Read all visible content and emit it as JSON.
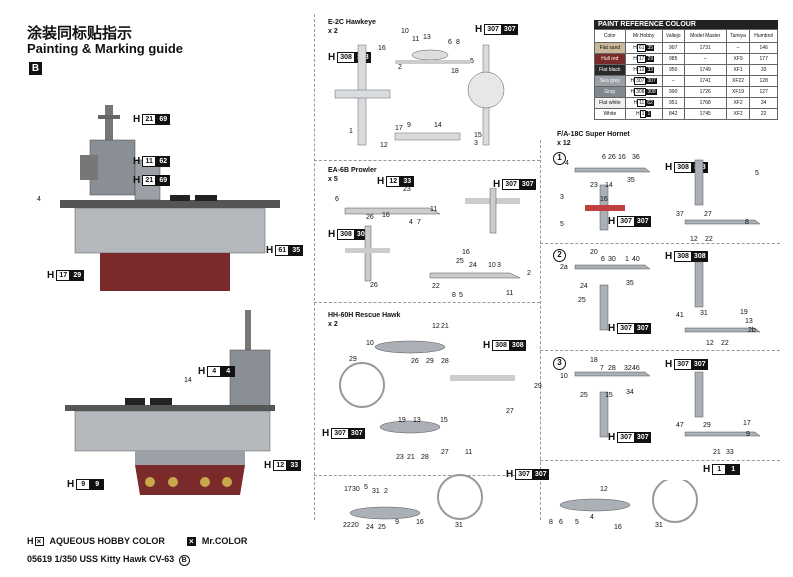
{
  "header": {
    "title_cn": "涂装同标贴指示",
    "title_en": "Painting & Marking guide",
    "badge": "B"
  },
  "ship_top": {
    "labels": [
      {
        "h": "H",
        "w": "21",
        "b": "69"
      },
      {
        "h": "H",
        "w": "11",
        "b": "62"
      },
      {
        "h": "H",
        "w": "21",
        "b": "69"
      },
      {
        "h": "H",
        "w": "61",
        "b": "35"
      },
      {
        "h": "H",
        "w": "17",
        "b": "29"
      }
    ],
    "callout": "4"
  },
  "ship_bottom": {
    "labels": [
      {
        "h": "H",
        "w": "4",
        "b": "4"
      },
      {
        "h": "H",
        "w": "12",
        "b": "33"
      },
      {
        "h": "H",
        "w": "9",
        "b": "9"
      }
    ],
    "callout": "14"
  },
  "e2c": {
    "title": "E-2C Hawkeye",
    "count": "x 2",
    "label": {
      "h": "H",
      "w": "308",
      "b": "308"
    },
    "label2": {
      "h": "H",
      "w": "307",
      "b": "307"
    },
    "callouts": [
      "10",
      "11",
      "13",
      "6",
      "8",
      "16",
      "2",
      "5",
      "18",
      "1",
      "17",
      "9",
      "14",
      "15",
      "12",
      "3"
    ]
  },
  "ea6b": {
    "title": "EA-6B Prowler",
    "count": "x 5",
    "label": {
      "h": "H",
      "w": "12",
      "b": "33"
    },
    "label2": {
      "h": "H",
      "w": "307",
      "b": "307"
    },
    "label3": {
      "h": "H",
      "w": "308",
      "b": "308"
    },
    "callouts": [
      "23",
      "6",
      "11",
      "26",
      "16",
      "4",
      "7",
      "16",
      "26",
      "25",
      "24",
      "10",
      "3",
      "2",
      "8",
      "5",
      "22",
      "11"
    ]
  },
  "hh60": {
    "title": "HH-60H Rescue Hawk",
    "count": "x 2",
    "label": {
      "h": "H",
      "w": "308",
      "b": "308"
    },
    "label2": {
      "h": "H",
      "w": "307",
      "b": "307"
    },
    "label3": {
      "h": "H",
      "w": "307",
      "b": "307"
    },
    "callouts": [
      "12",
      "21",
      "10",
      "29",
      "26",
      "29",
      "28",
      "29",
      "27",
      "19",
      "13",
      "15",
      "23",
      "21",
      "28",
      "27",
      "11",
      "17",
      "30",
      "5",
      "31",
      "2",
      "22",
      "20",
      "24",
      "25",
      "9",
      "16",
      "31",
      "8",
      "6",
      "5",
      "4",
      "12",
      "16",
      "31"
    ]
  },
  "fa18": {
    "title": "F/A-18C Super Hornet",
    "count": "x 12",
    "scheme1": {
      "num": "1",
      "label": {
        "h": "H",
        "w": "308",
        "b": "308"
      },
      "label2": {
        "h": "H",
        "w": "307",
        "b": "307"
      },
      "callouts": [
        "6",
        "26",
        "16",
        "36",
        "4",
        "23",
        "14",
        "35",
        "3",
        "16",
        "5",
        "5",
        "37",
        "27",
        "8",
        "12",
        "22"
      ]
    },
    "scheme2": {
      "num": "2",
      "label": {
        "h": "H",
        "w": "308",
        "b": "308"
      },
      "label2": {
        "h": "H",
        "w": "307",
        "b": "307"
      },
      "callouts": [
        "20",
        "6",
        "30",
        "1",
        "40",
        "2a",
        "24",
        "35",
        "25",
        "41",
        "31",
        "19",
        "13",
        "2b",
        "12",
        "22"
      ]
    },
    "scheme3": {
      "num": "3",
      "label": {
        "h": "H",
        "w": "307",
        "b": "307"
      },
      "label2": {
        "h": "H",
        "w": "307",
        "b": "307"
      },
      "label3": {
        "h": "H",
        "w": "1",
        "b": "1"
      },
      "callouts": [
        "18",
        "10",
        "7",
        "28",
        "32",
        "46",
        "25",
        "15",
        "34",
        "47",
        "29",
        "17",
        "9",
        "21",
        "33"
      ]
    }
  },
  "paint_ref": {
    "title": "PAINT REFERENCE COLOUR",
    "columns": [
      "Color",
      "Mr.Hobby",
      "Vallejo",
      "Model Master",
      "Tamiya",
      "Humbrol"
    ],
    "rows": [
      {
        "name": "Flat sand",
        "swatch": "#c9b89a",
        "hw": "61",
        "hb": "35",
        "vallejo": "907",
        "mm": "1731",
        "tamiya": "–",
        "humbrol": "146"
      },
      {
        "name": "Hull red",
        "swatch": "#7a2a2a",
        "hw": "17",
        "hb": "29",
        "vallejo": "985",
        "mm": "–",
        "tamiya": "XF9",
        "humbrol": "177"
      },
      {
        "name": "Flat black",
        "swatch": "#2a2a2a",
        "hw": "12",
        "hb": "33",
        "vallejo": "950",
        "mm": "1749",
        "tamiya": "XF1",
        "humbrol": "33"
      },
      {
        "name": "Sea grey",
        "swatch": "#9aa0a6",
        "hw": "307",
        "hb": "307",
        "vallejo": "–",
        "mm": "1741",
        "tamiya": "XF22",
        "humbrol": "128"
      },
      {
        "name": "Gray",
        "swatch": "#808890",
        "hw": "308",
        "hb": "308",
        "vallejo": "990",
        "mm": "1726",
        "tamiya": "XF19",
        "humbrol": "127"
      },
      {
        "name": "Flat white",
        "swatch": "#f0f0f0",
        "hw": "11",
        "hb": "62",
        "vallejo": "951",
        "mm": "1768",
        "tamiya": "XF2",
        "humbrol": "34"
      },
      {
        "name": "White",
        "swatch": "#ffffff",
        "hw": "1",
        "hb": "1",
        "vallejo": "842",
        "mm": "1745",
        "tamiya": "XF2",
        "humbrol": "22"
      }
    ]
  },
  "legend": {
    "aqueous_mark": "H",
    "aqueous_label": "AQUEOUS HOBBY COLOR",
    "mr_label": "Mr.COLOR"
  },
  "footer": {
    "text": "05619 1/350 USS Kitty Hawk CV-63",
    "badge": "B"
  },
  "colors": {
    "hull_red": "#7a2a2a",
    "hull_grey": "#9aa0a6",
    "black": "#111111"
  }
}
